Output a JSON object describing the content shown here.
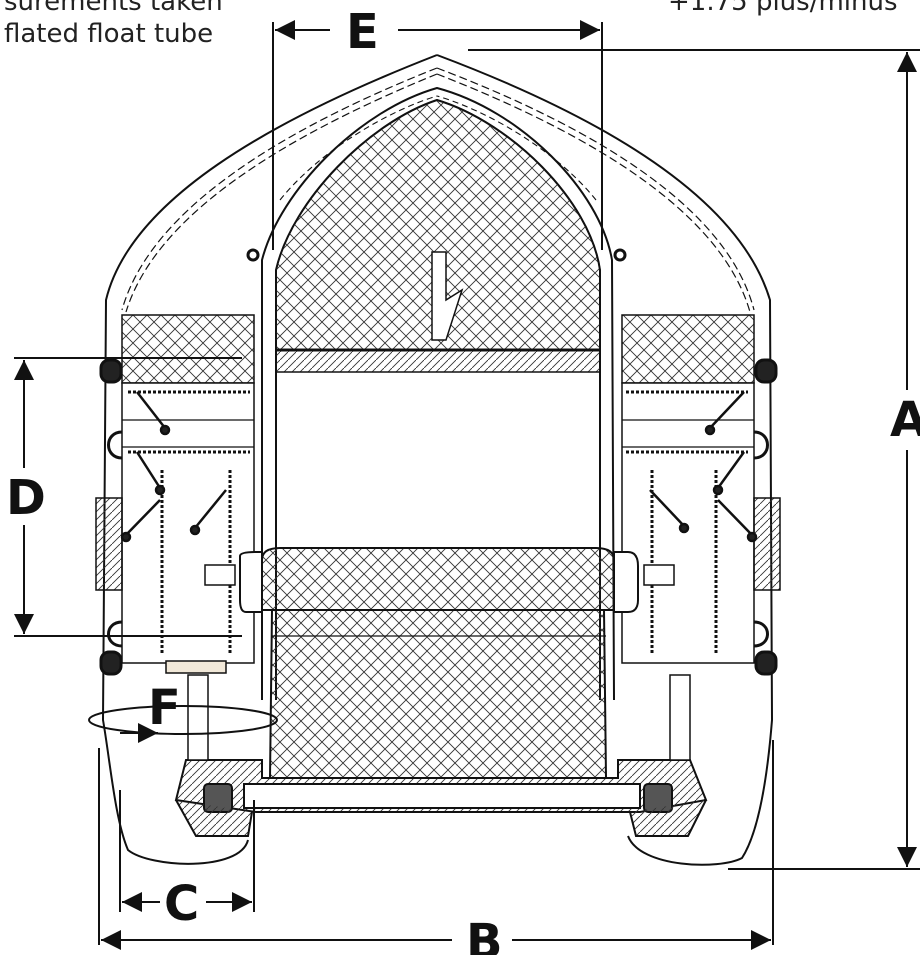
{
  "notes": {
    "left_line1": "surements taken",
    "left_line2": "flated float tube",
    "right_line1": "+1.75 plus/minus"
  },
  "dimensions": {
    "A": "A",
    "B": "B",
    "C": "C",
    "D": "D",
    "E": "E",
    "F": "F"
  },
  "colors": {
    "line": "#111111",
    "hatch": "#333333",
    "plate": "#f1e8d8",
    "roller": "#555555"
  }
}
